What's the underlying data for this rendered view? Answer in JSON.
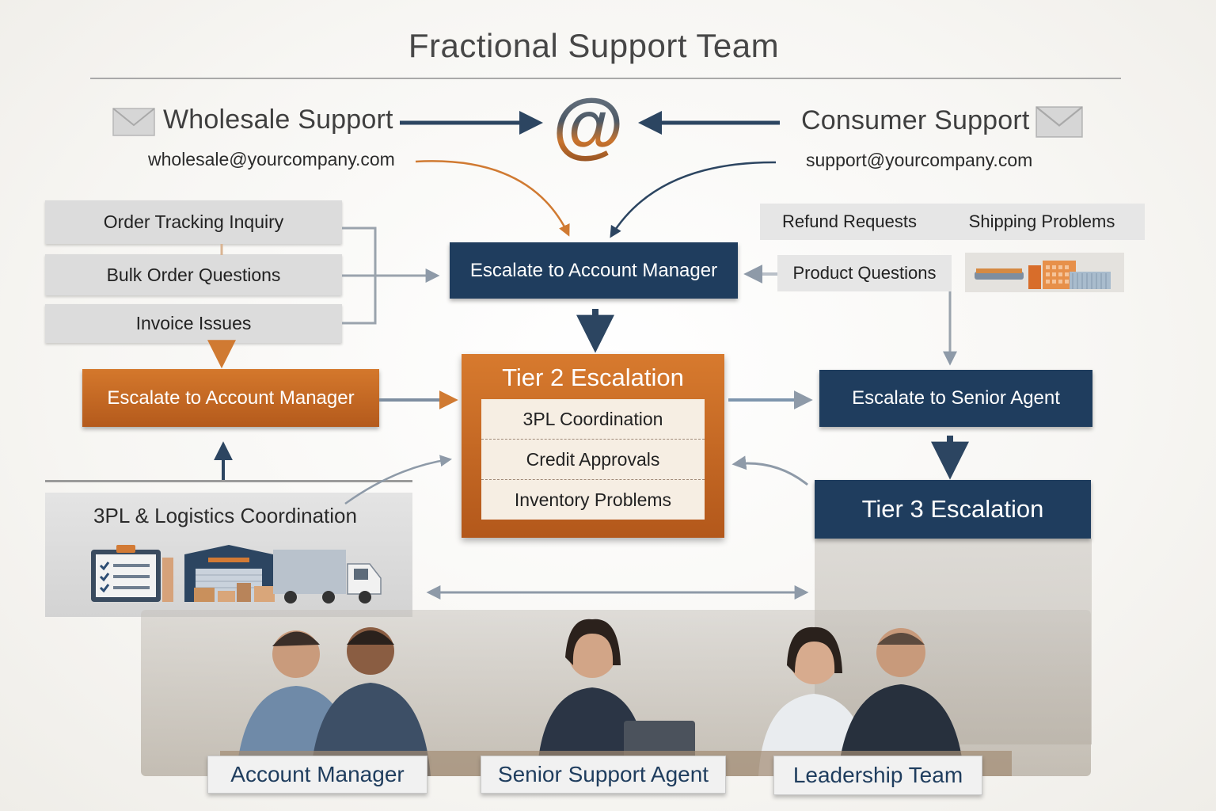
{
  "title": "Fractional Support Team",
  "wholesale": {
    "title": "Wholesale Support",
    "email": "wholesale@yourcompany.com",
    "icon": "envelope-icon",
    "items": [
      "Order Tracking Inquiry",
      "Bulk Order Questions",
      "Invoice Issues"
    ],
    "escalate": "Escalate to Account Manager"
  },
  "consumer": {
    "title": "Consumer Support",
    "email": "support@yourcompany.com",
    "icon": "envelope-icon",
    "items": [
      "Refund Requests",
      "Shipping Problems",
      "Product Questions"
    ],
    "escalate": "Escalate to Senior Agent"
  },
  "hub": {
    "icon": "at-sign-icon",
    "symbol": "@"
  },
  "center_escalate": "Escalate to Account Manager",
  "tier2": {
    "title": "Tier 2 Escalation",
    "items": [
      "3PL Coordination",
      "Credit Approvals",
      "Inventory Problems"
    ]
  },
  "tier3": {
    "title": "Tier 3 Escalation"
  },
  "logistics": {
    "label": "3PL & Logistics Coordination"
  },
  "roles": [
    "Account Manager",
    "Senior Support Agent",
    "Leadership Team"
  ],
  "colors": {
    "navy": "#1f3d5e",
    "orange": "#c8692a",
    "gray_box": "#dcdcdc"
  }
}
